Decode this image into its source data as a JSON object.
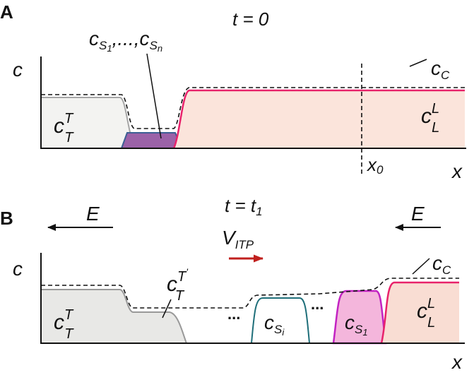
{
  "panels": [
    {
      "id": "A",
      "time_label": "t = 0",
      "y_axis": "c",
      "x_axis": "x",
      "samples_label": "cS1,...,cSn",
      "marker_label": "x0",
      "labels": {
        "trailing": "cTT",
        "leading": "cLL",
        "counterion": "cC"
      }
    },
    {
      "id": "B",
      "time_label": "t = t1",
      "field_label": "E",
      "velocity_label": "VITP",
      "y_axis": "c",
      "x_axis": "x",
      "labels": {
        "trailing": "cTT",
        "adjusted_trailing": "cTT'",
        "sample_i": "cSi",
        "sample_1": "cS1",
        "leading": "cLL",
        "counterion": "cC",
        "ellipsis": "..."
      }
    }
  ],
  "colors": {
    "trailing_fill": "#e8e8e6",
    "trailing_stroke": "#999999",
    "leading_fill": "#f9ddd3",
    "leading_stroke": "#e8226b",
    "sample_stack_fill": "#9b62a8",
    "sample_stack_stroke": "#3c5f94",
    "sample_i_stroke": "#1f6f7a",
    "sample_1_fill": "#f4b6dc",
    "sample_1_stroke": "#c222c2",
    "velocity_arrow": "#c0201e"
  }
}
